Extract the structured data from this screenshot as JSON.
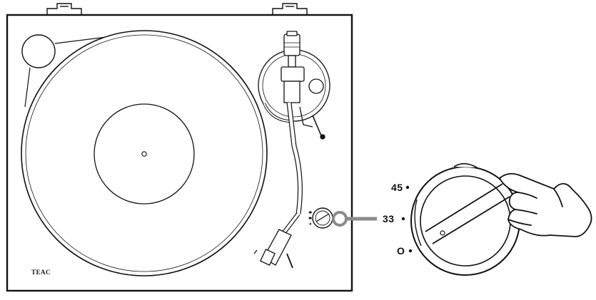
{
  "turntable": {
    "brand": "TEAC"
  },
  "speed_selector": {
    "labels": [
      "45",
      "33",
      "O"
    ],
    "selected": "33"
  },
  "colors": {
    "line": "#111111",
    "background": "#ffffff",
    "highlight": "#8a8a8a"
  },
  "icons": [
    "hand-icon",
    "speed-knob-icon",
    "tonearm-icon",
    "platter-icon"
  ]
}
